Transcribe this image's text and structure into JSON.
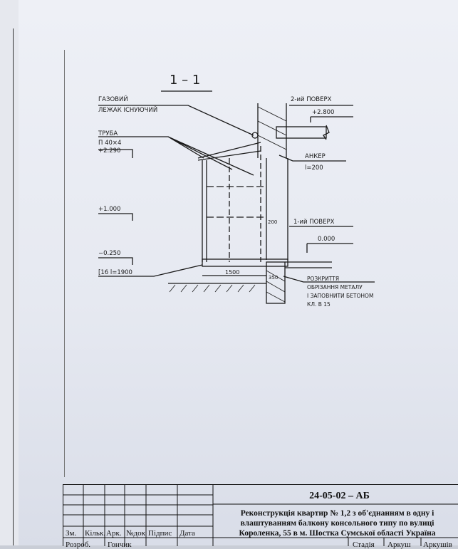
{
  "drawing": {
    "section_mark": "1 – 1",
    "labels": {
      "gas_pipe_line1": "ГАЗОВИЙ",
      "gas_pipe_line2": "ЛЕЖАК ІСНУЮЧИЙ",
      "pipe_line1": "ТРУБА",
      "pipe_line2": "П 40×4",
      "pipe_level": "+2.290",
      "level_1000": "+1.000",
      "level_minus_0250": "−0.250",
      "channel": "[16  l=1900",
      "floor2": "2-ий ПОВЕРХ",
      "level_2800": "+2.800",
      "anchor_line1": "АНКЕР",
      "anchor_line2": "l=200",
      "floor1": "1-ий ПОВЕРХ",
      "level_0000": "0.000",
      "dim_200": "200",
      "dim_1500": "1500",
      "dim_350": "350",
      "note_line1": "РОЗКРИТТЯ",
      "note_line2": "ОБРІЗАННЯ МЕТАЛУ",
      "note_line3": "І ЗАПОВНИТИ БЕТОНОМ",
      "note_line4": "КЛ. В 15"
    }
  },
  "stamp": {
    "code": "24-05-02 – АБ",
    "title_line1": "Реконструкція квартир № 1,2 з об'єднанням в одну і",
    "title_line2": "влаштуванням балкону консольного типу по вулиці",
    "title_line3": "Короленка, 55 в м. Шостка Сумської області Україна",
    "headers": [
      "Зм.",
      "Кільк.",
      "Арк.",
      "№док",
      "Підпис",
      "Дата"
    ],
    "row_dev_label": "Розроб.",
    "row_dev_name": "Гончик",
    "stage_headers": [
      "Стадія",
      "Аркуш",
      "Аркушів"
    ]
  }
}
